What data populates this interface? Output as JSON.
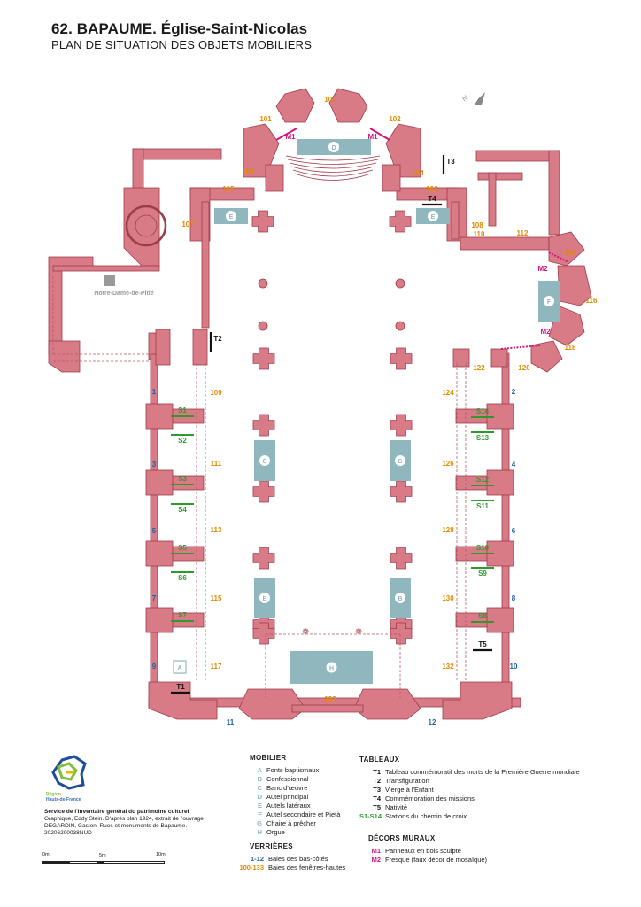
{
  "header": {
    "title": "62. BAPAUME. Église-Saint-Nicolas",
    "subtitle": "PLAN DE SITUATION DES OBJETS MOBILIERS"
  },
  "colors": {
    "wall": "#d97b86",
    "wall_stroke": "#9e3b49",
    "furniture": "#8fb7bd",
    "orange": "#e08a00",
    "blue": "#1f5fa8",
    "green": "#2e9a2e",
    "magenta": "#d4147c",
    "dashed": "#b85b66"
  },
  "plan": {
    "chapel_label": "Notre-Dame-de-Pitié",
    "north_label": "N",
    "furniture": [
      {
        "code": "D"
      },
      {
        "code": "E"
      },
      {
        "code": "E"
      },
      {
        "code": "F"
      },
      {
        "code": "C"
      },
      {
        "code": "G"
      },
      {
        "code": "B"
      },
      {
        "code": "B"
      },
      {
        "code": "H"
      },
      {
        "code": "A"
      }
    ],
    "bays_low": [
      "1",
      "2",
      "3",
      "4",
      "5",
      "6",
      "7",
      "8",
      "9",
      "10",
      "11",
      "12"
    ],
    "bays_high": [
      "100",
      "101",
      "102",
      "103",
      "104",
      "105",
      "106",
      "107",
      "108",
      "109",
      "110",
      "111",
      "112",
      "113",
      "114",
      "115",
      "116",
      "117",
      "118",
      "120",
      "122",
      "124",
      "126",
      "128",
      "130",
      "132",
      "133"
    ],
    "stations": [
      "S1",
      "S2",
      "S3",
      "S4",
      "S5",
      "S6",
      "S7",
      "S8",
      "S9",
      "S10",
      "S11",
      "S12",
      "S13",
      "S14"
    ],
    "tableaux": [
      "T1",
      "T2",
      "T3",
      "T4",
      "T5"
    ],
    "murals": [
      "M1",
      "M1",
      "M2",
      "M2"
    ]
  },
  "legend": {
    "mobilier": {
      "heading": "MOBILIER",
      "items": [
        {
          "code": "A",
          "label": "Fonts baptismaux"
        },
        {
          "code": "B",
          "label": "Confessionnal"
        },
        {
          "code": "C",
          "label": "Banc d'œuvre"
        },
        {
          "code": "D",
          "label": "Autel principal"
        },
        {
          "code": "E",
          "label": "Autels latéraux"
        },
        {
          "code": "F",
          "label": "Autel secondaire et Pietà"
        },
        {
          "code": "G",
          "label": "Chaire à prêcher"
        },
        {
          "code": "H",
          "label": "Orgue"
        }
      ]
    },
    "verrieres": {
      "heading": "VERRIÈRES",
      "items": [
        {
          "code": "1-12",
          "label": "Baies des bas-côtés"
        },
        {
          "code": "100-133",
          "label": "Baies des fenêtres-hautes"
        }
      ]
    },
    "tableaux": {
      "heading": "TABLEAUX",
      "items": [
        {
          "code": "T1",
          "label": "Tableau commémoratif des morts de la Première Guerre mondiale"
        },
        {
          "code": "T2",
          "label": "Transfiguration"
        },
        {
          "code": "T3",
          "label": "Vierge à l'Enfant"
        },
        {
          "code": "T4",
          "label": "Commémoration des missions"
        },
        {
          "code": "T5",
          "label": "Nativité"
        },
        {
          "code": "S1-S14",
          "label": "Stations du chemin de croix"
        }
      ]
    },
    "decors": {
      "heading": "DÉCORS MURAUX",
      "items": [
        {
          "code": "M1",
          "label": "Panneaux en bois sculpté"
        },
        {
          "code": "M2",
          "label": "Fresque (faux décor de mosaïque)"
        }
      ]
    }
  },
  "logo": {
    "line1": "Région",
    "line2": "Hauts-de-France"
  },
  "credits": {
    "line1": "Service de l'Inventaire général du patrimoine culturel",
    "line2": "Graphique, Eddy Stein. D'après plan 1924, extrait de l'ouvrage",
    "line3": "DEGARDIN, Gaston. Rues et monuments de Bapaume.",
    "line4": "20206200038NUD"
  },
  "scale": {
    "l0": "0m",
    "l5": "5m",
    "l10": "10m"
  }
}
